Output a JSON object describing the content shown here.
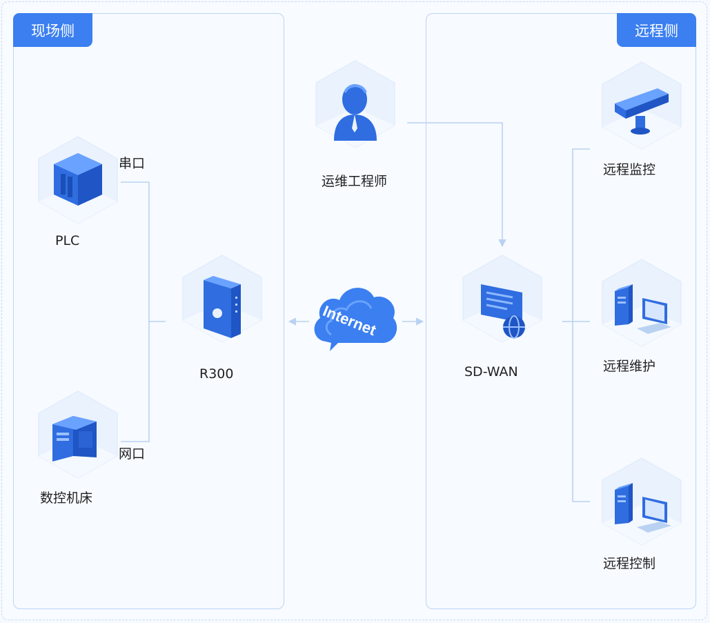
{
  "panels": {
    "onsite": "现场侧",
    "remote": "远程侧"
  },
  "nodes": {
    "plc": {
      "label": "PLC",
      "icon": "plc-cabinet-icon"
    },
    "cnc": {
      "label": "数控机床",
      "icon": "cnc-machine-icon"
    },
    "r300": {
      "label": "R300",
      "icon": "router-icon"
    },
    "engineer": {
      "label": "运维工程师",
      "icon": "engineer-person-icon"
    },
    "sdwan": {
      "label": "SD-WAN",
      "icon": "sdwan-globe-icon"
    },
    "monitor": {
      "label": "远程监控",
      "icon": "camera-icon"
    },
    "maintain": {
      "label": "远程维护",
      "icon": "desktop-computer-icon"
    },
    "control": {
      "label": "远程控制",
      "icon": "desktop-computer-icon"
    }
  },
  "ports": {
    "serial": "串口",
    "network": "网口"
  },
  "cloud": {
    "label": "Internet",
    "icon": "internet-cloud-icon"
  },
  "colors": {
    "accent": "#3b7ff0",
    "line": "#b9d2f2",
    "panel_border": "#bcd4f3"
  }
}
